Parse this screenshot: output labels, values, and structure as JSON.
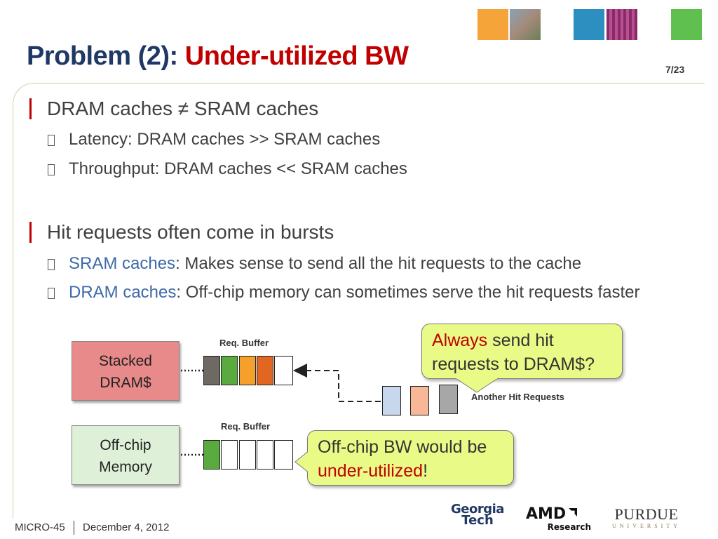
{
  "slide": {
    "title_part1": "Problem (2): ",
    "title_part2": "Under-utilized BW",
    "page_number": "7/23"
  },
  "bullets": [
    {
      "text": "DRAM caches ≠ SRAM caches",
      "sub": [
        {
          "text": "Latency: DRAM caches >> SRAM caches"
        },
        {
          "text": "Throughput: DRAM caches << SRAM caches"
        }
      ]
    },
    {
      "text": "Hit requests often come in bursts",
      "sub": [
        {
          "highlight": "SRAM caches",
          "rest": ": Makes sense to send all the hit requests to the cache"
        },
        {
          "highlight": "DRAM caches",
          "rest": ": Off-chip memory can sometimes serve the hit requests faster"
        }
      ]
    }
  ],
  "diagram": {
    "stacked": {
      "line1": "Stacked",
      "line2": "DRAM$",
      "buffer_label": "Req. Buffer"
    },
    "offchip": {
      "line1": "Off-chip",
      "line2": "Memory",
      "buffer_label": "Req. Buffer"
    },
    "another_label": "Another Hit Requests",
    "callout1": {
      "red": "Always",
      "rest1": " send hit",
      "line2": "requests to DRAM$?"
    },
    "callout2": {
      "line1": "Off-chip BW would be",
      "red": "under-utilized",
      "rest": "!"
    }
  },
  "footer": {
    "conference": "MICRO-45",
    "date": "December 4, 2012"
  },
  "logos": {
    "gt_line1": "Georgia",
    "gt_line2": "Tech",
    "amd_line1": "AMD",
    "amd_line2": "Research",
    "purdue_line1": "PURDUE",
    "purdue_line2": "UNIVERSITY"
  },
  "colors": {
    "title_dark": "#1f3864",
    "accent_red": "#c00000",
    "highlight_blue": "#3e6aa8",
    "stacked_fill": "#e8898a",
    "offchip_fill": "#dff0d8",
    "callout_fill": "#eafa86",
    "cell_gray": "#6e6a63",
    "cell_green": "#5aab3f",
    "cell_orange": "#f6a02c",
    "cell_dark_orange": "#e06621",
    "req_blue": "#c7d8ec",
    "req_peach": "#f8b898",
    "req_gray": "#a7a7a7"
  }
}
